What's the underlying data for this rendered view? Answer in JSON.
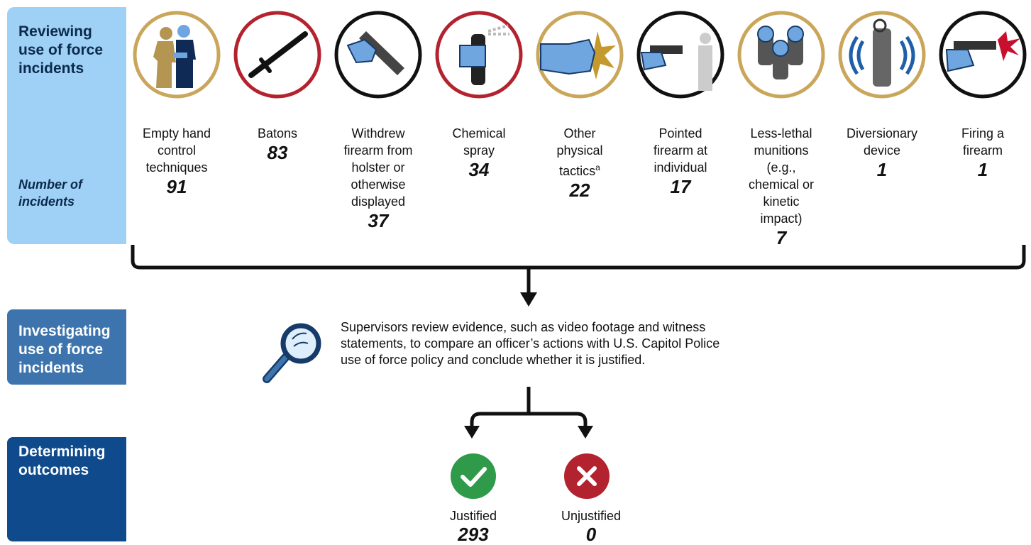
{
  "stages": {
    "reviewing": {
      "title": "Reviewing use of force incidents",
      "subtitle": "Number of incidents"
    },
    "investigating": {
      "title": "Investigating use of force incidents"
    },
    "determining": {
      "title": "Determining outcomes"
    }
  },
  "categories": [
    {
      "label": "Empty hand control techniques",
      "count": "91",
      "icon": "officer-restraint-icon",
      "ring": "gold"
    },
    {
      "label": "Batons",
      "count": "83",
      "icon": "baton-icon",
      "ring": "red"
    },
    {
      "label": "Withdrew firearm from holster or otherwise displayed",
      "count": "37",
      "icon": "holstered-firearm-icon",
      "ring": "black"
    },
    {
      "label": "Chemical spray",
      "count": "34",
      "icon": "chemical-spray-icon",
      "ring": "red"
    },
    {
      "label": "Other physical tactics",
      "label_sup": "a",
      "count": "22",
      "icon": "fist-strike-icon",
      "ring": "gold"
    },
    {
      "label": "Pointed firearm at individual",
      "count": "17",
      "icon": "pointed-firearm-icon",
      "ring": "black"
    },
    {
      "label": "Less-lethal munitions (e.g., chemical or kinetic impact)",
      "count": "7",
      "icon": "munitions-icon",
      "ring": "gold"
    },
    {
      "label": "Diversionary device",
      "count": "1",
      "icon": "diversionary-device-icon",
      "ring": "gold"
    },
    {
      "label": "Firing a firearm",
      "count": "1",
      "icon": "firing-firearm-icon",
      "ring": "black"
    }
  ],
  "investigation_text": "Supervisors review evidence, such as video footage and witness statements, to compare an officer’s actions with U.S. Capitol Police use of force policy and conclude whether it is justified.",
  "outcomes": [
    {
      "label": "Justified",
      "count": "293",
      "icon": "check-icon",
      "color": "#2e9a4a"
    },
    {
      "label": "Unjustified",
      "count": "0",
      "icon": "x-icon",
      "color": "#b3232f"
    }
  ],
  "colors": {
    "gold": "#c9a65a",
    "red": "#b3232f",
    "black": "#111111",
    "hand_blue": "#6fa6e0",
    "light_panel": "#9fd0f6",
    "mid_panel": "#3d74ad",
    "dark_panel": "#0e4a8c"
  }
}
